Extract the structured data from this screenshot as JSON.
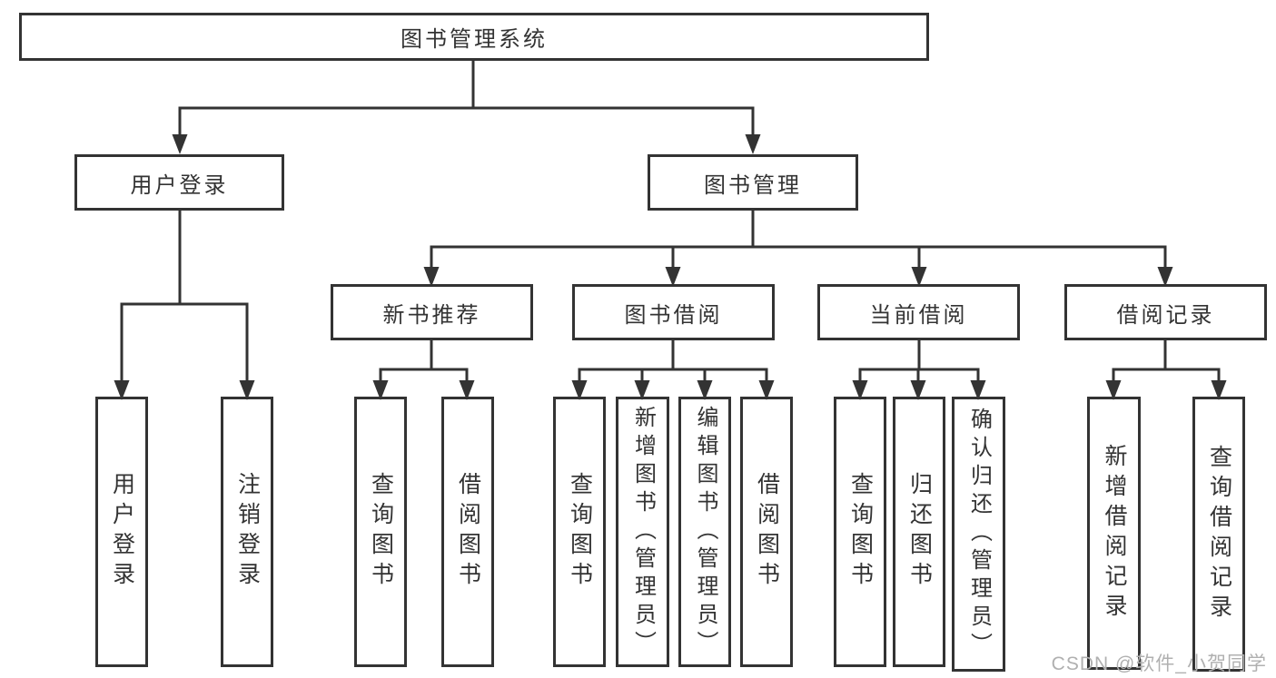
{
  "diagram_title": "图书管理系统",
  "nodes": {
    "root": {
      "label": "图书管理系统"
    },
    "user_login": {
      "label": "用户登录"
    },
    "book_mgmt": {
      "label": "图书管理"
    },
    "new_book_rec": {
      "label": "新书推荐"
    },
    "book_borrow": {
      "label": "图书借阅"
    },
    "current_borrow": {
      "label": "当前借阅"
    },
    "borrow_record": {
      "label": "借阅记录"
    },
    "leaf_user_login": {
      "label": "用户登录"
    },
    "leaf_logout_login": {
      "label": "注销登录"
    },
    "leaf_newrec_query_book": {
      "label": "查询图书"
    },
    "leaf_newrec_borrow_book": {
      "label": "借阅图书"
    },
    "leaf_borrow_query_book": {
      "label": "查询图书"
    },
    "leaf_borrow_add_book": {
      "label": "新增图书（管理员）"
    },
    "leaf_borrow_edit_book": {
      "label": "编辑图书（管理员）"
    },
    "leaf_borrow_borrow_book": {
      "label": "借阅图书"
    },
    "leaf_current_query_book": {
      "label": "查询图书"
    },
    "leaf_current_return_book": {
      "label": "归还图书"
    },
    "leaf_current_confirm_return": {
      "label": "确认归还（管理员）"
    },
    "leaf_record_add": {
      "label": "新增借阅记录"
    },
    "leaf_record_query": {
      "label": "查询借阅记录"
    }
  },
  "hierarchy": {
    "图书管理系统": [
      "用户登录",
      "图书管理"
    ],
    "用户登录": [
      "用户登录",
      "注销登录"
    ],
    "图书管理": [
      "新书推荐",
      "图书借阅",
      "当前借阅",
      "借阅记录"
    ],
    "新书推荐": [
      "查询图书",
      "借阅图书"
    ],
    "图书借阅": [
      "查询图书",
      "新增图书（管理员）",
      "编辑图书（管理员）",
      "借阅图书"
    ],
    "当前借阅": [
      "查询图书",
      "归还图书",
      "确认归还（管理员）"
    ],
    "借阅记录": [
      "新增借阅记录",
      "查询借阅记录"
    ]
  },
  "watermark": {
    "text": "CSDN @软件_小贺同学"
  },
  "colors": {
    "line": "#333333",
    "box_border": "#333333",
    "text": "#333333",
    "watermark": "#b0b0b0",
    "background": "#ffffff"
  }
}
